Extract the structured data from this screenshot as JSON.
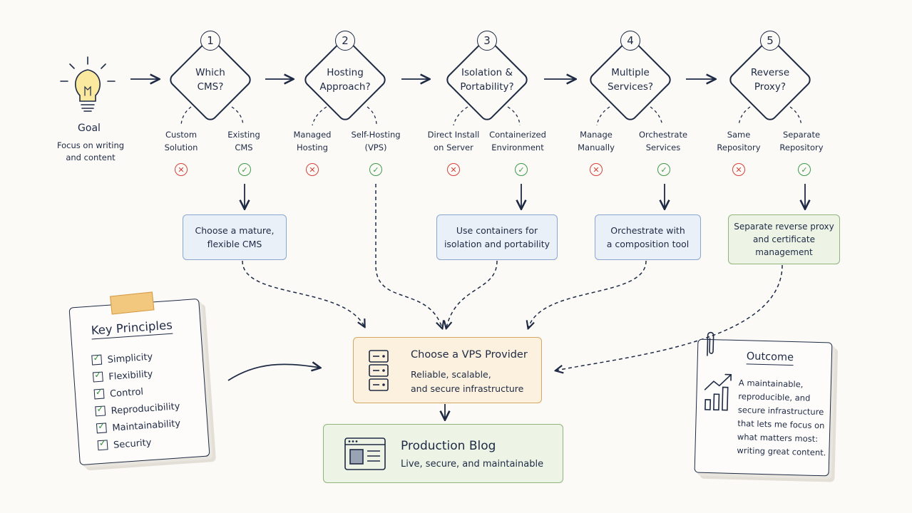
{
  "goal": {
    "title": "Goal",
    "subtitle": "Focus on writing\nand content"
  },
  "steps": [
    {
      "number": "1",
      "question": "Which\nCMS?",
      "options": [
        {
          "label": "Custom\nSolution",
          "chosen": false
        },
        {
          "label": "Existing\nCMS",
          "chosen": true
        }
      ]
    },
    {
      "number": "2",
      "question": "Hosting\nApproach?",
      "options": [
        {
          "label": "Managed\nHosting",
          "chosen": false
        },
        {
          "label": "Self-Hosting\n(VPS)",
          "chosen": true
        }
      ]
    },
    {
      "number": "3",
      "question": "Isolation &\nPortability?",
      "options": [
        {
          "label": "Direct Install\non Server",
          "chosen": false
        },
        {
          "label": "Containerized\nEnvironment",
          "chosen": true
        }
      ]
    },
    {
      "number": "4",
      "question": "Multiple\nServices?",
      "options": [
        {
          "label": "Manage\nManually",
          "chosen": false
        },
        {
          "label": "Orchestrate\nServices",
          "chosen": true
        }
      ]
    },
    {
      "number": "5",
      "question": "Reverse\nProxy?",
      "options": [
        {
          "label": "Same\nRepository",
          "chosen": false
        },
        {
          "label": "Separate\nRepository",
          "chosen": true
        }
      ]
    }
  ],
  "decisions": [
    {
      "text": "Choose a mature,\nflexible CMS",
      "style": "blue"
    },
    {
      "text": "Use containers for\nisolation and portability",
      "style": "blue"
    },
    {
      "text": "Orchestrate with\na composition tool",
      "style": "blue"
    },
    {
      "text": "Separate reverse proxy\nand certificate\nmanagement",
      "style": "green"
    }
  ],
  "vps": {
    "title": "Choose a VPS Provider",
    "subtitle": "Reliable, scalable,\nand secure infrastructure",
    "icon": "server-stack-icon"
  },
  "production": {
    "title": "Production Blog",
    "subtitle": "Live, secure, and maintainable",
    "icon": "browser-window-icon"
  },
  "principles": {
    "title": "Key Principles",
    "items": [
      "Simplicity",
      "Flexibility",
      "Control",
      "Reproducibility",
      "Maintainability",
      "Security"
    ]
  },
  "outcome": {
    "title": "Outcome",
    "text": "A maintainable,\nreproducible, and\nsecure infrastructure\nthat lets me focus on\nwhat matters most:\nwriting great content.",
    "icon": "growth-chart-icon"
  },
  "colors": {
    "ink": "#1e2a44",
    "reject": "#d9403a",
    "accept": "#3e9a48",
    "blue_fill": "#eaf0f8",
    "green_fill": "#edf4e6",
    "orange_fill": "#fcf1de"
  }
}
